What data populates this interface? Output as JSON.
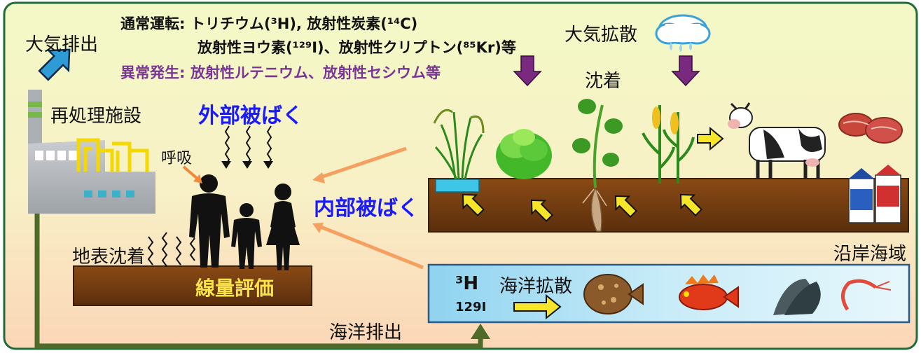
{
  "labels": {
    "atmospheric_release": "大気排出",
    "normal_operation_prefix": "通常運転:",
    "normal_operation_line1": "トリチウム(³H), 放射性炭素(¹⁴C)",
    "normal_operation_line2": "放射性ヨウ素(¹²⁹I)、放射性クリプトン(⁸⁵Kr)等",
    "abnormal_prefix": "異常発生:",
    "abnormal_text": "放射性ルテニウム、放射性セシウム等",
    "atmospheric_diffusion": "大気拡散",
    "deposition": "沈着",
    "reprocessing_plant": "再処理施設",
    "external_exposure": "外部被ばく",
    "respiration": "呼吸",
    "internal_exposure": "内部被ばく",
    "ground_deposition": "地表沈着",
    "dose_assessment": "線量評価",
    "coastal_sea": "沿岸海域",
    "tritium": "³H",
    "iodine": "129I",
    "ocean_diffusion": "海洋拡散",
    "ocean_discharge": "海洋排出"
  }
}
